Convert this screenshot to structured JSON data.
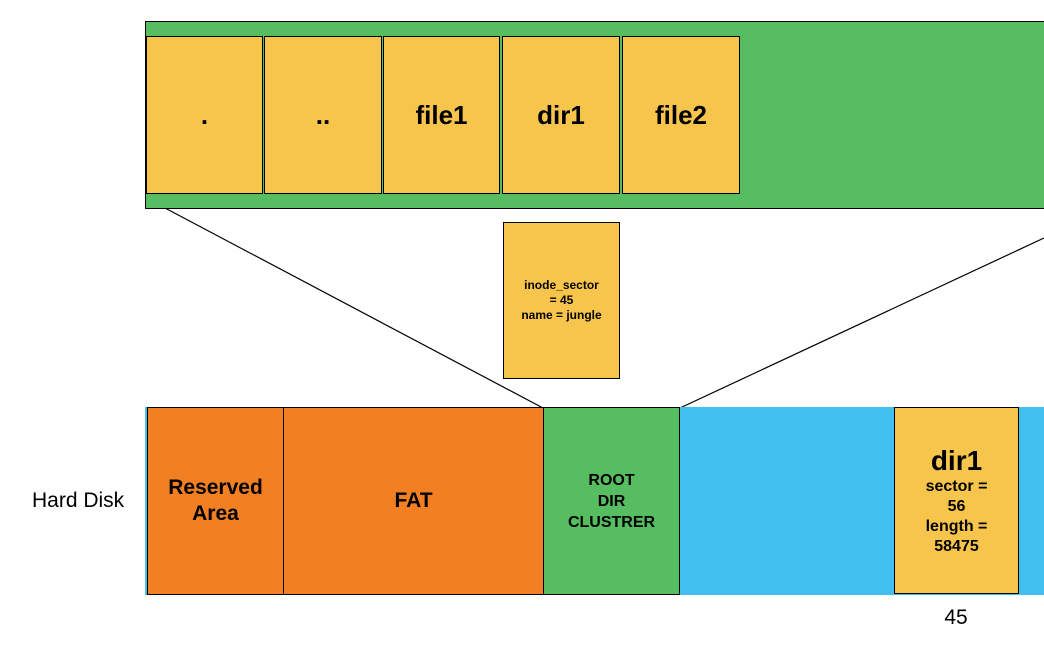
{
  "directory": {
    "entries": [
      ".",
      "..",
      "file1",
      "dir1",
      "file2"
    ]
  },
  "entry_detail": {
    "line1": "inode_sector",
    "line2": "= 45",
    "line3": "name = jungle"
  },
  "disk": {
    "label": "Hard Disk",
    "reserved_line1": "Reserved",
    "reserved_line2": "Area",
    "fat": "FAT",
    "root_line1": "ROOT",
    "root_line2": "DIR",
    "root_line3": "CLUSTRER",
    "dir_title": "dir1",
    "dir_line1": "sector =",
    "dir_line2": "56",
    "dir_line3": "length =",
    "dir_line4": "58475",
    "sector_number": "45"
  },
  "colors": {
    "green": "#57bd61",
    "yellow": "#f7c54b",
    "orange": "#f28022",
    "blue": "#41bfee"
  }
}
